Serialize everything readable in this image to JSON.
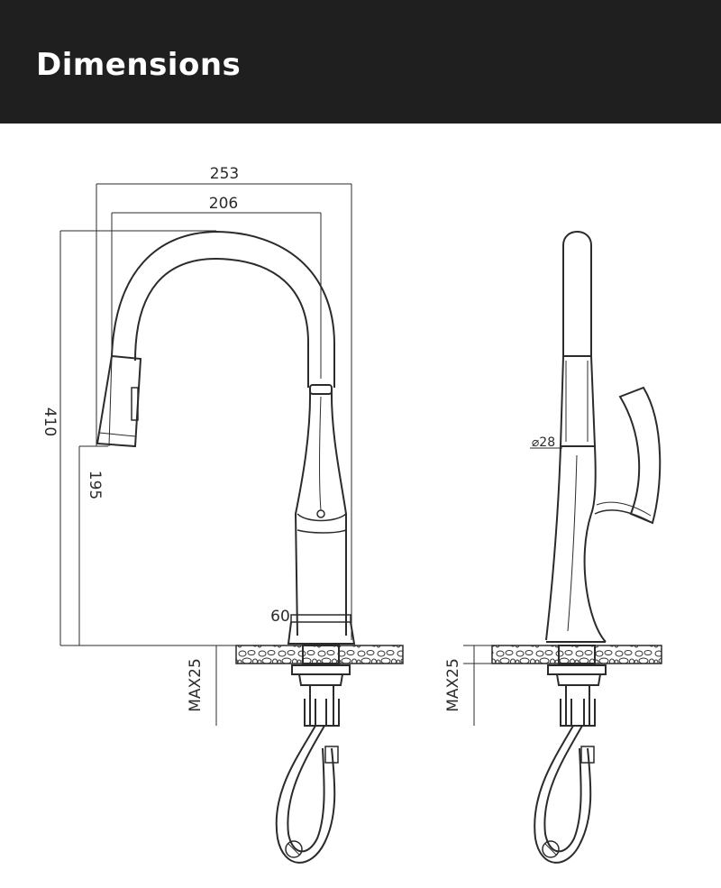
{
  "header": {
    "title": "Dimensions"
  },
  "dimensions": {
    "overall_width": "253",
    "spout_reach": "206",
    "overall_height": "410",
    "spout_height": "195",
    "base_diameter": "60",
    "max_thickness_front": "MAX25",
    "max_thickness_side": "MAX25",
    "handle_diameter": "⌀28"
  },
  "colors": {
    "header_bg": "#1f1f1f",
    "header_text": "#ffffff",
    "line": "#2b2b2b"
  }
}
